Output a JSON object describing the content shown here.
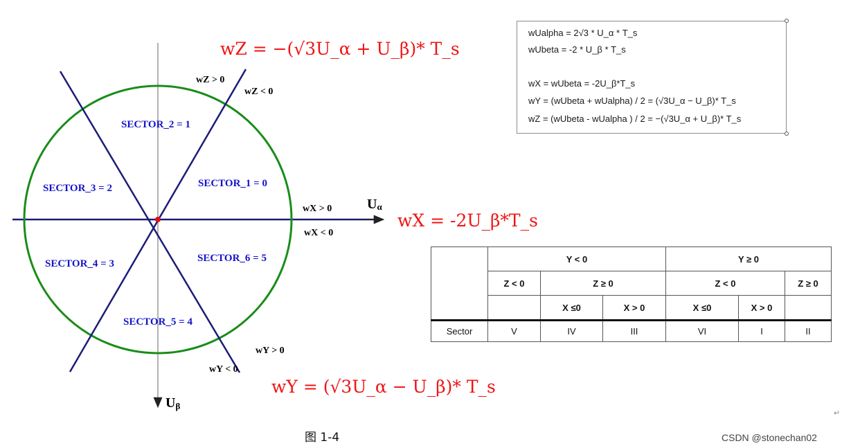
{
  "diagram": {
    "sectors": [
      "SECTOR_1 = 0",
      "SECTOR_2 = 1",
      "SECTOR_3 = 2",
      "SECTOR_4 = 3",
      "SECTOR_5 = 4",
      "SECTOR_6 = 5"
    ],
    "conditions": {
      "wz_pos": "wZ > 0",
      "wz_neg": "wZ < 0",
      "wx_pos": "wX > 0",
      "wx_neg": "wX < 0",
      "wy_pos": "wY > 0",
      "wy_neg": "wY < 0"
    },
    "axis_alpha": {
      "main": "U",
      "sub": "α"
    },
    "axis_beta": {
      "main": "U",
      "sub": "β"
    },
    "colors": {
      "circle": "#1a8c1a",
      "lines": "#1c1c78",
      "sector_text": "#1414c8",
      "equations": "#f01414",
      "origin": "#e01010"
    }
  },
  "equations": {
    "wz_red": "wZ =  −(√3U_α + U_β)* T_s",
    "wx_red": "wX = -2U_β*T_s",
    "wy_red": "wY = (√3U_α − U_β)* T_s"
  },
  "box": {
    "lines": [
      "wUalpha = 2√3  *  U_α  *  T_s",
      "wUbeta = -2 *  U_β  *  T_s",
      "",
      "wX = wUbeta = -2U_β*T_s",
      "wY = (wUbeta + wUalpha) / 2 = (√3U_α − U_β)* T_s",
      "wZ = (wUbeta - wUalpha ) / 2 =  −(√3U_α + U_β)* T_s"
    ]
  },
  "table": {
    "y_neg": "Y < 0",
    "y_pos": "Y ≥ 0",
    "z_neg_a": "Z < 0",
    "z_pos_a": "Z ≥ 0",
    "z_neg_b": "Z < 0",
    "z_pos_b": "Z ≥ 0",
    "x_le_a": "X ≤0",
    "x_gt_a": "X > 0",
    "x_le_b": "X ≤0",
    "x_gt_b": "X > 0",
    "row_label": "Sector",
    "values": [
      "V",
      "IV",
      "III",
      "VI",
      "I",
      "II"
    ]
  },
  "caption": "图 1-4",
  "watermark": "CSDN @stonechan02"
}
